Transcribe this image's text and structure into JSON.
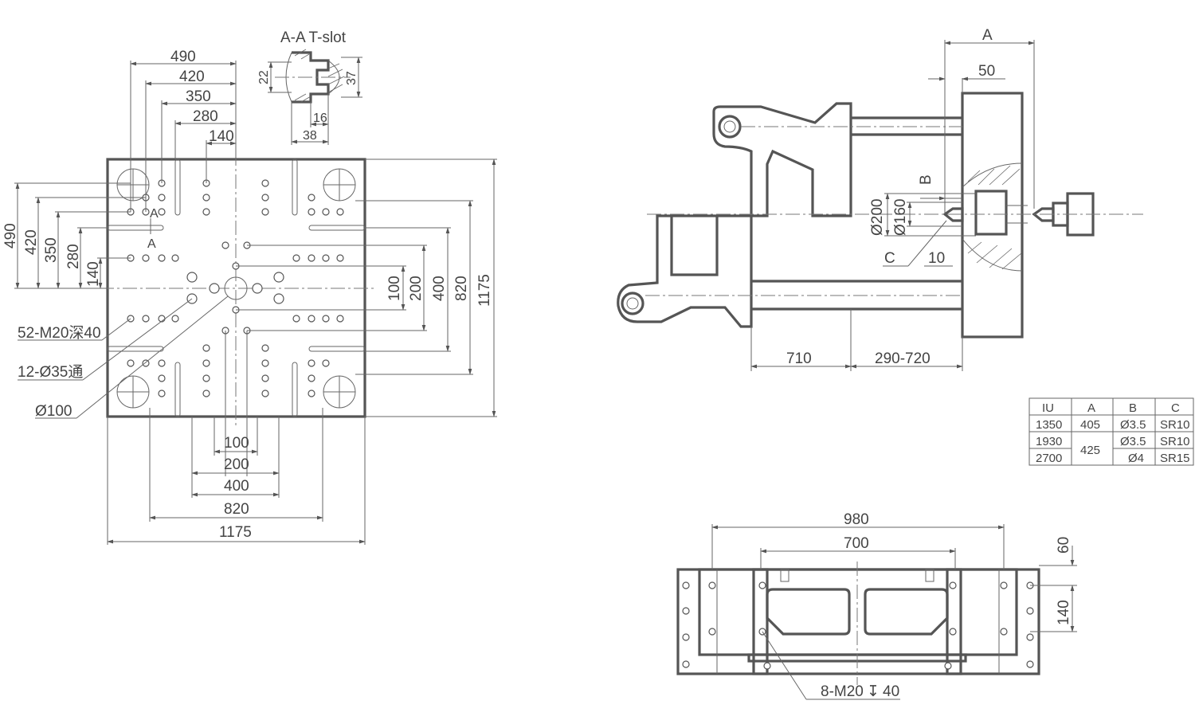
{
  "section_title": "A-A T-slot",
  "tslot_dims": {
    "d22": "22",
    "d37": "37",
    "d16": "16",
    "d38": "38"
  },
  "platen_top_dims": [
    "490",
    "420",
    "350",
    "280",
    "140"
  ],
  "platen_left_dims": [
    "490",
    "420",
    "350",
    "280",
    "140"
  ],
  "platen_right_dims": [
    "100",
    "200",
    "400",
    "820",
    "1175"
  ],
  "platen_bottom_dims": [
    "100",
    "200",
    "400",
    "820",
    "1175"
  ],
  "section_marks": {
    "upper": "A",
    "lower": "A"
  },
  "callouts": {
    "tapped_holes": "52-M20深40",
    "through_holes": "12-Ø35通",
    "center_ring": "Ø100"
  },
  "side_view": {
    "dim_A": "A",
    "dim_50": "50",
    "dim_B": "B",
    "dia_200": "Ø200",
    "dia_160": "Ø160",
    "label_C": "C",
    "dim_10": "10",
    "dim_710": "710",
    "dim_stroke": "290-720"
  },
  "table": {
    "headers": [
      "IU",
      "A",
      "B",
      "C"
    ],
    "rows": [
      [
        "1350",
        "405",
        "Ø3.5",
        "SR10"
      ],
      [
        "1930",
        "425",
        "Ø3.5",
        "SR10"
      ],
      [
        "2700",
        "",
        "Ø4",
        "SR15"
      ]
    ]
  },
  "base_view": {
    "dim_980": "980",
    "dim_700": "700",
    "dim_60": "60",
    "dim_140": "140",
    "callout": "8-M20",
    "depth_symbol": "↧",
    "depth": "40"
  }
}
